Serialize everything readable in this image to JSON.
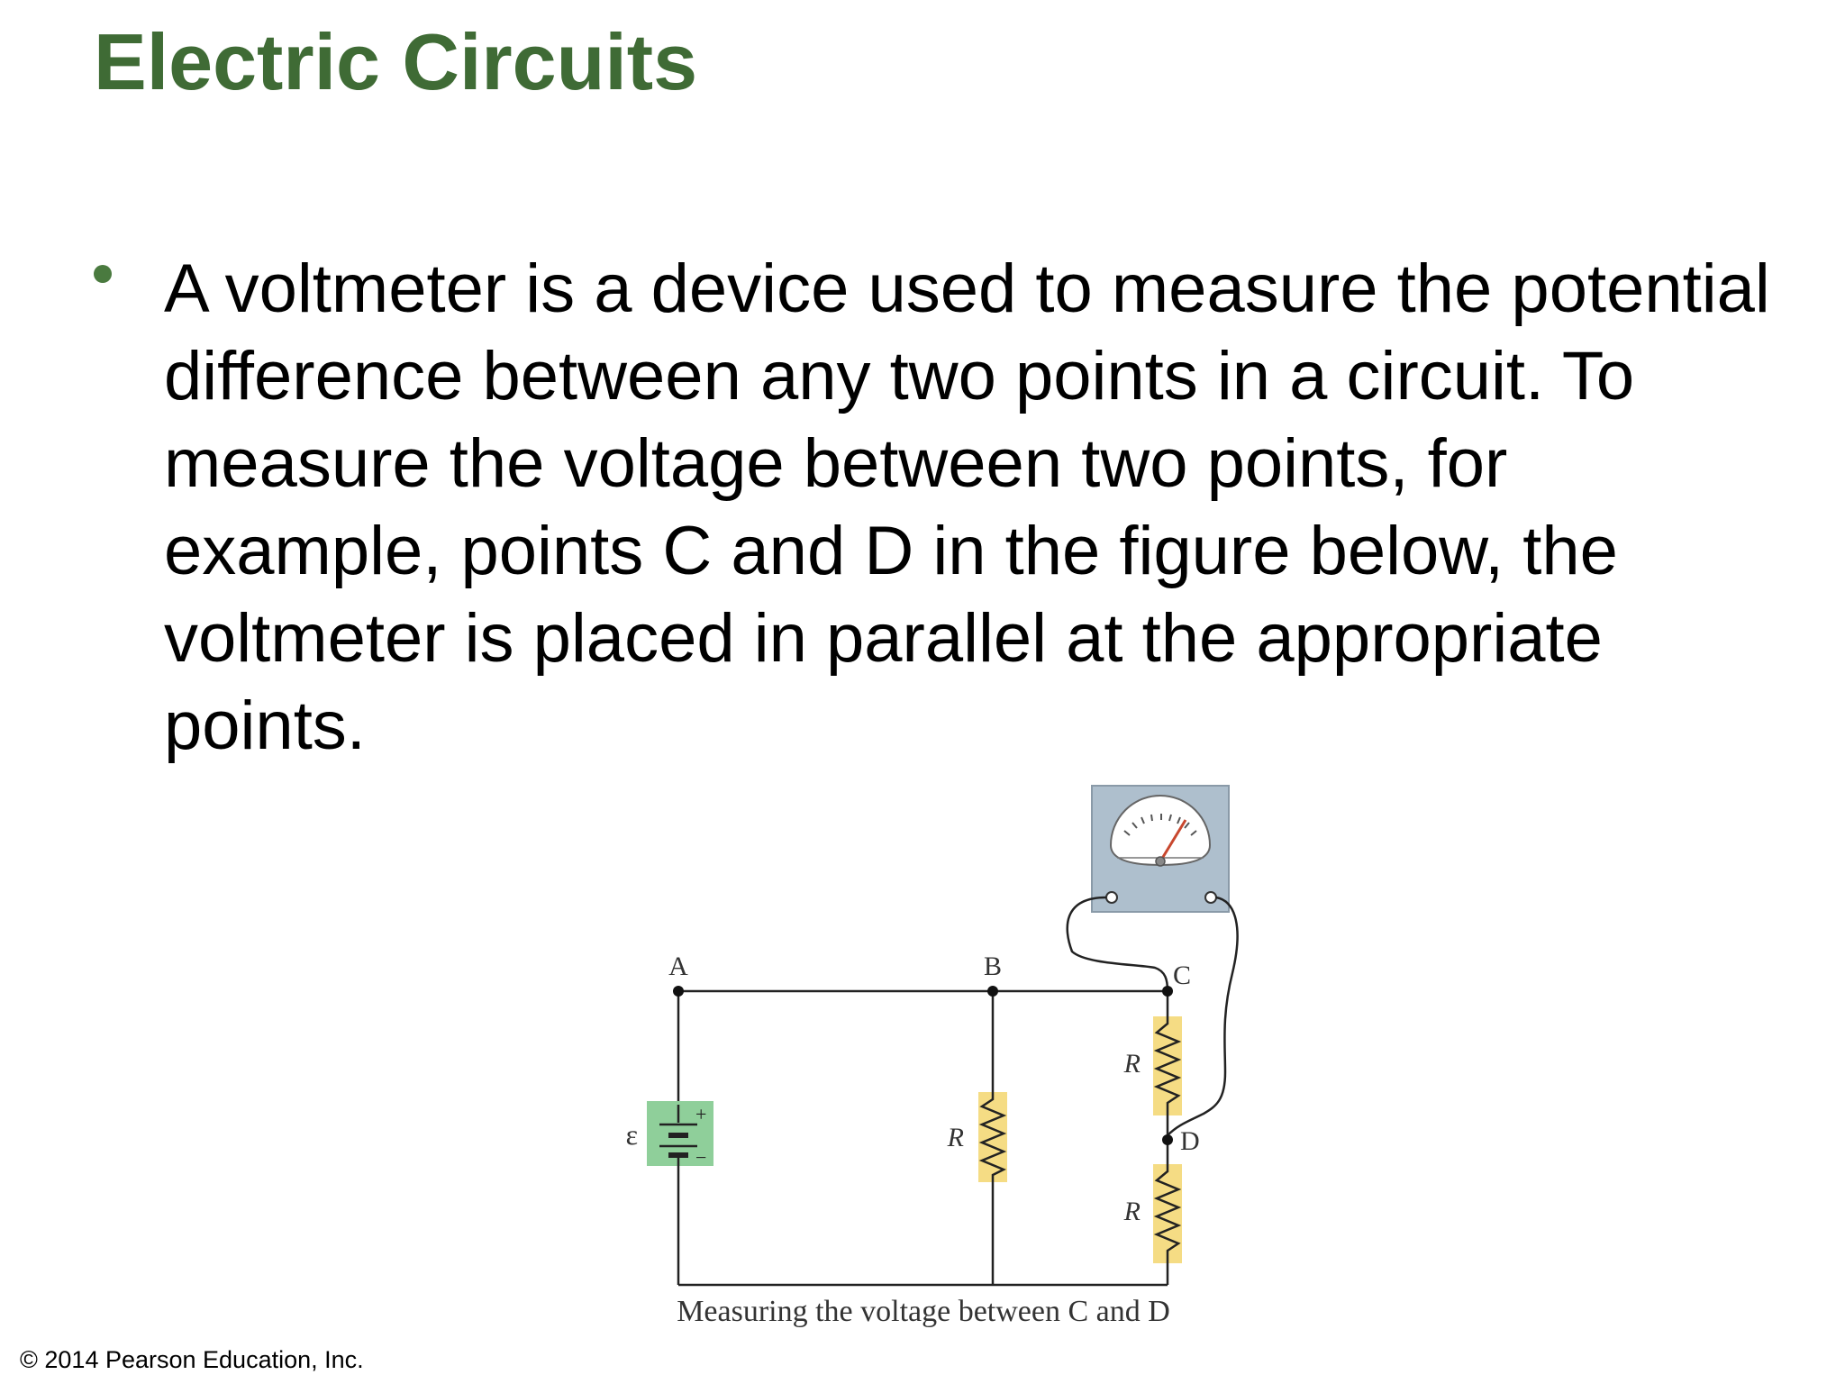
{
  "slide": {
    "title": "Electric Circuits",
    "bullet": "A voltmeter is a device used to measure the potential difference between any two points in a circuit. To measure the voltage between two points, for example, points C and D in the figure below, the voltmeter is placed in parallel at the appropriate points.",
    "copyright": "© 2014 Pearson Education, Inc."
  },
  "figure": {
    "labels": {
      "a": "A",
      "b": "B",
      "c": "C",
      "d": "D",
      "emf": "ε",
      "plus": "+",
      "minus": "−",
      "r1": "R",
      "r2": "R",
      "r3": "R"
    },
    "caption": "Measuring the voltage between C and D",
    "colors": {
      "battery_fill": "#8fcf9a",
      "resistor_fill": "#f5dc84",
      "meter_body": "#aebfcd",
      "needle": "#c8472e",
      "wire": "#222222"
    }
  }
}
